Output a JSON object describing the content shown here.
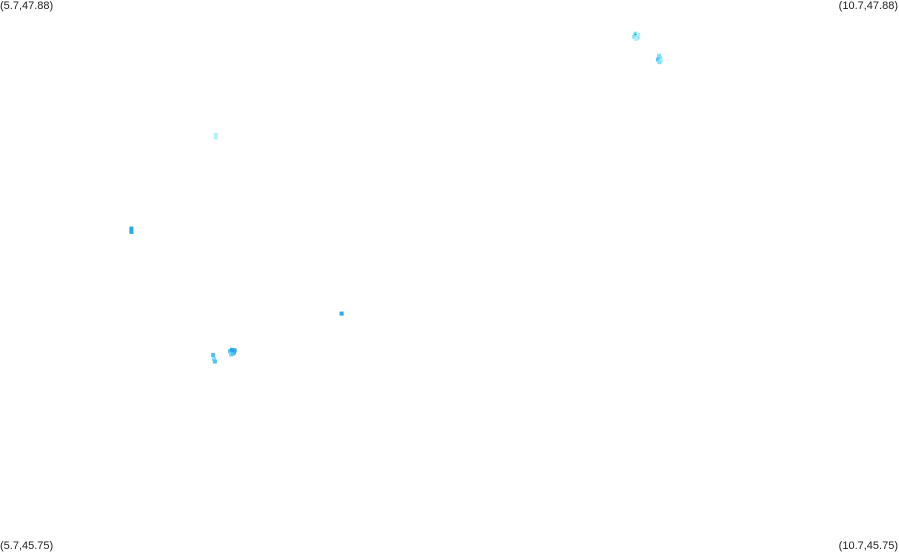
{
  "corners": {
    "top_left": "(5.7,47.88)",
    "top_right": "(10.7,47.88)",
    "bottom_left": "(5.7,45.75)",
    "bottom_right": "(10.7,45.75)"
  },
  "extent": {
    "lon_min": 5.7,
    "lon_max": 10.7,
    "lat_min": 45.75,
    "lat_max": 47.88
  },
  "colors": {
    "light_cyan": "#7fe3f5",
    "pale_cyan": "#b3f0fa",
    "sky_blue": "#4fc3f7",
    "medium_blue": "#29a9ea",
    "dark_blue": "#1976d2"
  },
  "points": [
    {
      "group": "cluster-ne-1",
      "lon": 9.234,
      "lat": 47.75,
      "color": "#7fe3f5"
    },
    {
      "group": "cluster-ne-1",
      "lon": 9.245,
      "lat": 47.735,
      "color": "#7fe3f5"
    },
    {
      "group": "cluster-ne-1",
      "lon": 9.24,
      "lat": 47.742,
      "color": "#1976d2"
    },
    {
      "group": "cluster-ne-1",
      "lon": 9.25,
      "lat": 47.745,
      "color": "#b3f0fa"
    },
    {
      "group": "cluster-ne-1",
      "lon": 9.228,
      "lat": 47.738,
      "color": "#7fe3f5"
    },
    {
      "group": "cluster-ne-1",
      "lon": 9.238,
      "lat": 47.73,
      "color": "#b3f0fa"
    },
    {
      "group": "cluster-ne-2",
      "lon": 9.365,
      "lat": 47.665,
      "color": "#7fe3f5"
    },
    {
      "group": "cluster-ne-2",
      "lon": 9.372,
      "lat": 47.655,
      "color": "#7fe3f5"
    },
    {
      "group": "cluster-ne-2",
      "lon": 9.36,
      "lat": 47.65,
      "color": "#4fc3f7"
    },
    {
      "group": "cluster-ne-2",
      "lon": 9.376,
      "lat": 47.645,
      "color": "#b3f0fa"
    },
    {
      "group": "cluster-ne-2",
      "lon": 9.368,
      "lat": 47.64,
      "color": "#7fe3f5"
    },
    {
      "group": "single-n",
      "lon": 6.9,
      "lat": 47.36,
      "color": "#b3f0fa"
    },
    {
      "group": "single-n",
      "lon": 6.9,
      "lat": 47.35,
      "color": "#b3f0fa"
    },
    {
      "group": "single-w",
      "lon": 6.431,
      "lat": 46.998,
      "color": "#29a9ea"
    },
    {
      "group": "single-w",
      "lon": 6.431,
      "lat": 46.985,
      "color": "#29a9ea"
    },
    {
      "group": "single-c",
      "lon": 7.6,
      "lat": 46.67,
      "color": "#29a9ea"
    },
    {
      "group": "cluster-sw-1",
      "lon": 6.885,
      "lat": 46.51,
      "color": "#4fc3f7"
    },
    {
      "group": "cluster-sw-1",
      "lon": 6.89,
      "lat": 46.495,
      "color": "#7fe3f5"
    },
    {
      "group": "cluster-sw-1",
      "lon": 6.895,
      "lat": 46.485,
      "color": "#4fc3f7"
    },
    {
      "group": "cluster-sw-2",
      "lon": 6.98,
      "lat": 46.525,
      "color": "#4fc3f7"
    },
    {
      "group": "cluster-sw-2",
      "lon": 6.99,
      "lat": 46.53,
      "color": "#29a9ea"
    },
    {
      "group": "cluster-sw-2",
      "lon": 7.0,
      "lat": 46.52,
      "color": "#1976d2"
    },
    {
      "group": "cluster-sw-2",
      "lon": 6.985,
      "lat": 46.512,
      "color": "#7fe3f5"
    },
    {
      "group": "cluster-sw-2",
      "lon": 6.995,
      "lat": 46.515,
      "color": "#4fc3f7"
    },
    {
      "group": "cluster-sw-2",
      "lon": 7.005,
      "lat": 46.528,
      "color": "#29a9ea"
    }
  ]
}
